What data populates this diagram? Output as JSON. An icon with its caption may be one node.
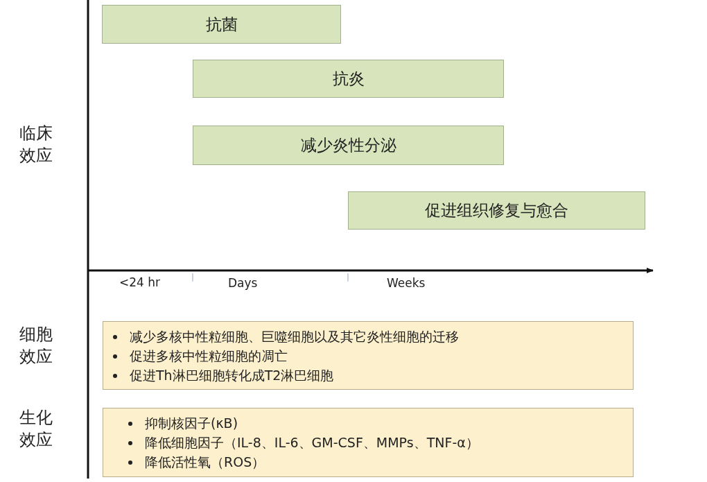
{
  "diagram": {
    "nodes": [
      {
        "text": [
          "抗菌"
        ]
      },
      {
        "text": [
          "抗炎"
        ]
      },
      {
        "text": [
          "减少炎性分泌"
        ]
      },
      {
        "text": [
          "促进组织修复与愈合"
        ]
      },
      {
        "text": [
          "减少多核中性粒细胞、巨噬细胞以及其它炎性细胞的迁移",
          "促进多核中性粒细胞的凋亡",
          "促进Th淋巴细胞转化成T2淋巴细胞"
        ]
      },
      {
        "text": [
          "抑制核因子(κB)",
          "降低细胞因子（IL-8、IL-6、GM-CSF、MMPs、TNF-α）",
          "降低活性氧（ROS）"
        ]
      }
    ],
    "labels": [
      "临床效应",
      "<24 hr",
      "Days",
      "Weeks",
      "细胞效应",
      "生化效应"
    ]
  }
}
